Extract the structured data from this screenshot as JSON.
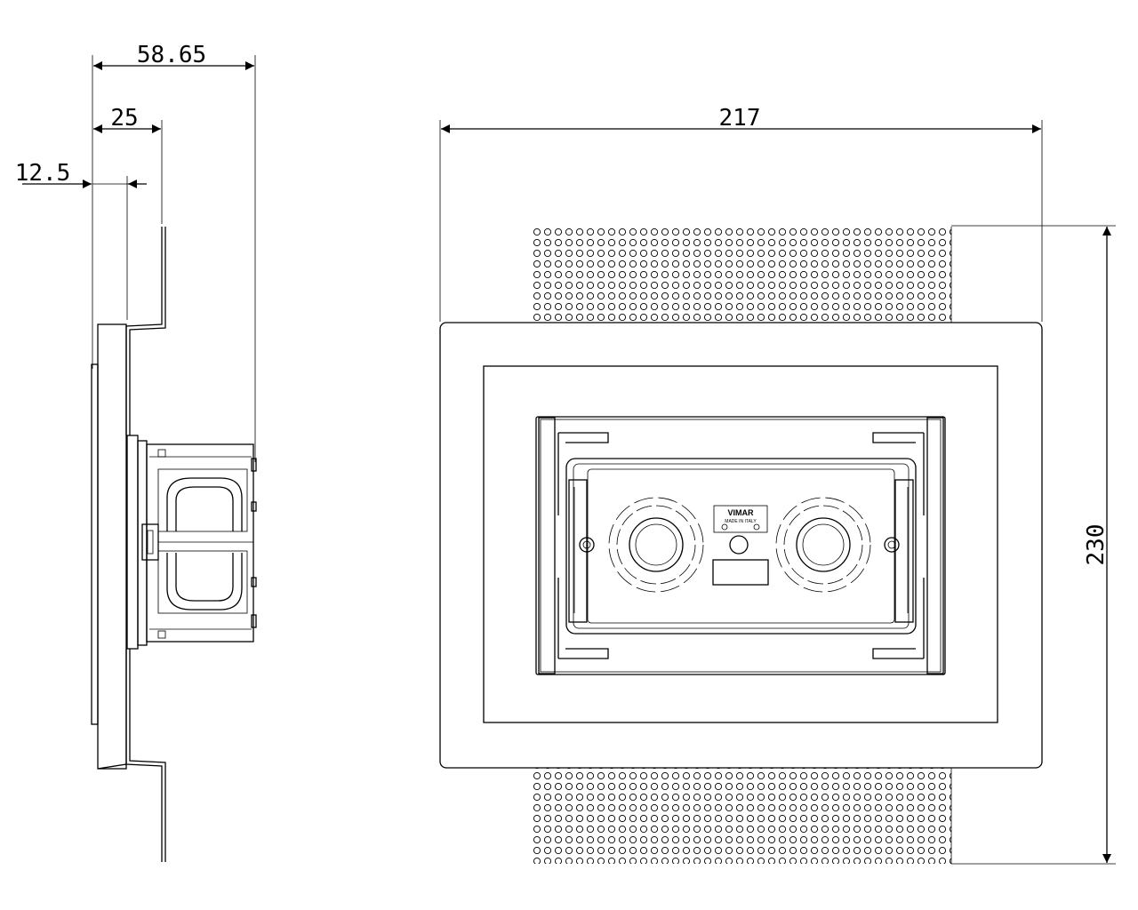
{
  "dimensions": {
    "side_total": "58.65",
    "side_mid": "25",
    "side_small": "12.5",
    "front_width": "217",
    "front_height": "230"
  },
  "brand_plate": {
    "name": "VIMAR",
    "subtitle": "MADE IN ITALY"
  },
  "colors": {
    "line": "#000000",
    "background": "#ffffff"
  }
}
